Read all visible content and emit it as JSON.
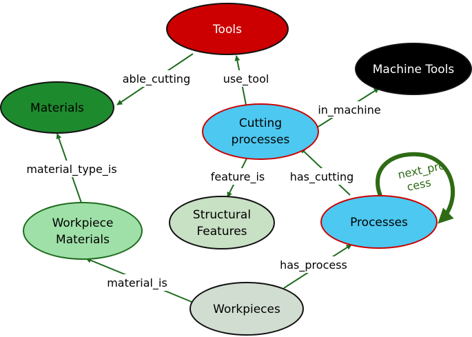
{
  "colors": {
    "tools_fill": "#cc0000",
    "materials_fill": "#1e8a2e",
    "machine_tools_fill": "#000000",
    "cutting_fill": "#4dc8f0",
    "processes_fill": "#4dc8f0",
    "workpiece_materials_fill": "#9fe0a8",
    "structural_fill": "#c8e0c4",
    "workpieces_fill": "#d2ddd2",
    "dark_green_stroke": "#1e6b1e",
    "red_stroke": "#cc0000",
    "self_loop": "#2e6b14"
  },
  "nodes": {
    "tools": {
      "label": "Tools"
    },
    "materials": {
      "label": "Materials"
    },
    "machine_tools": {
      "label": "Machine Tools"
    },
    "cutting_processes": {
      "line1": "Cutting",
      "line2": "processes"
    },
    "workpiece_materials": {
      "line1": "Workpiece",
      "line2": "Materials"
    },
    "structural_features": {
      "line1": "Structural",
      "line2": "Features"
    },
    "processes": {
      "label": "Processes"
    },
    "workpieces": {
      "label": "Workpieces"
    }
  },
  "edges": {
    "able_cutting": "able_cutting",
    "use_tool": "use_tool",
    "in_machine": "in_machine",
    "material_type_is": "material_type_is",
    "feature_is": "feature_is",
    "has_cutting": "has_cutting",
    "has_process": "has_process",
    "material_is": "material_is",
    "next_process_line1": "next_pro",
    "next_process_line2": "cess"
  }
}
